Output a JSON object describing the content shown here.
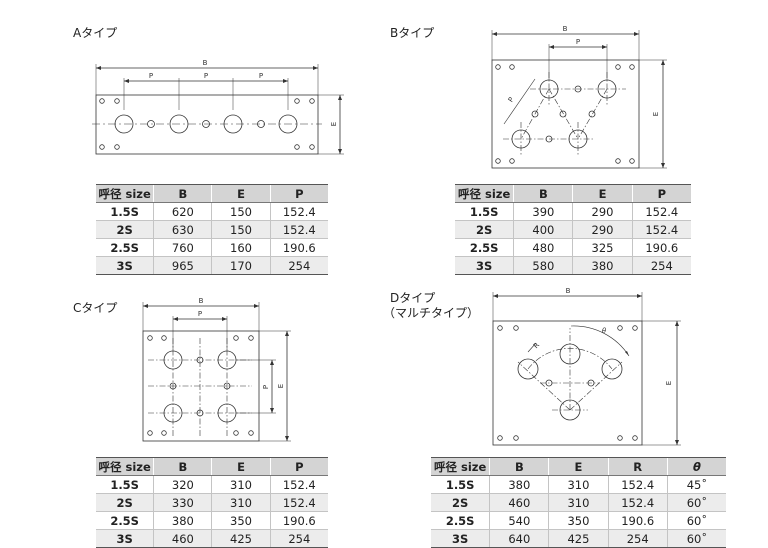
{
  "sections": {
    "a": {
      "title": "Aタイプ",
      "dims": {
        "b": "B",
        "p1": "P",
        "p2": "P",
        "p3": "P",
        "e": "E"
      },
      "table": {
        "headers": [
          "呼径 size",
          "B",
          "E",
          "P"
        ],
        "rows": [
          [
            "1.5S",
            "620",
            "150",
            "152.4"
          ],
          [
            "2S",
            "630",
            "150",
            "152.4"
          ],
          [
            "2.5S",
            "760",
            "160",
            "190.6"
          ],
          [
            "3S",
            "965",
            "170",
            "254"
          ]
        ]
      }
    },
    "b": {
      "title": "Bタイプ",
      "dims": {
        "b": "B",
        "p": "P",
        "p_diag": "P",
        "e": "E"
      },
      "table": {
        "headers": [
          "呼径 size",
          "B",
          "E",
          "P"
        ],
        "rows": [
          [
            "1.5S",
            "390",
            "290",
            "152.4"
          ],
          [
            "2S",
            "400",
            "290",
            "152.4"
          ],
          [
            "2.5S",
            "480",
            "325",
            "190.6"
          ],
          [
            "3S",
            "580",
            "380",
            "254"
          ]
        ]
      }
    },
    "c": {
      "title": "Cタイプ",
      "dims": {
        "b": "B",
        "p_top": "P",
        "p_side": "P",
        "e": "E"
      },
      "table": {
        "headers": [
          "呼径 size",
          "B",
          "E",
          "P"
        ],
        "rows": [
          [
            "1.5S",
            "320",
            "310",
            "152.4"
          ],
          [
            "2S",
            "330",
            "310",
            "152.4"
          ],
          [
            "2.5S",
            "380",
            "350",
            "190.6"
          ],
          [
            "3S",
            "460",
            "425",
            "254"
          ]
        ]
      }
    },
    "d": {
      "title": "Dタイプ",
      "subtitle": "（マルチタイプ）",
      "dims": {
        "b": "B",
        "r": "R",
        "theta": "θ",
        "e": "E"
      },
      "table": {
        "headers": [
          "呼径 size",
          "B",
          "E",
          "R",
          "θ"
        ],
        "rows": [
          [
            "1.5S",
            "380",
            "310",
            "152.4",
            "45˚"
          ],
          [
            "2S",
            "460",
            "310",
            "152.4",
            "60˚"
          ],
          [
            "2.5S",
            "540",
            "350",
            "190.6",
            "60˚"
          ],
          [
            "3S",
            "640",
            "425",
            "254",
            "60˚"
          ]
        ]
      }
    }
  }
}
